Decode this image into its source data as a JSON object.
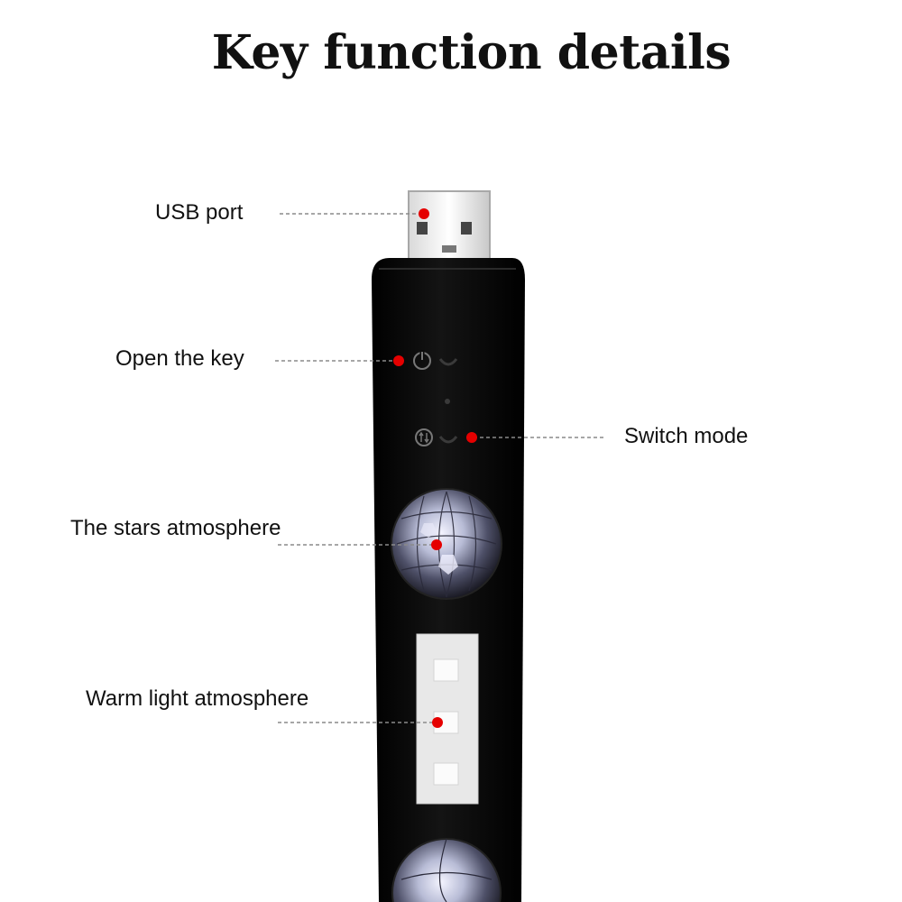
{
  "title": "Key function details",
  "callouts": {
    "usb_port": "USB port",
    "open_key": "Open the key",
    "switch_mode": "Switch mode",
    "stars": "The stars atmosphere",
    "warm_light": "Warm light atmosphere"
  },
  "colors": {
    "marker": "#e50000",
    "body": "#0b0b0b",
    "leader_line": "#8a8a8a"
  }
}
